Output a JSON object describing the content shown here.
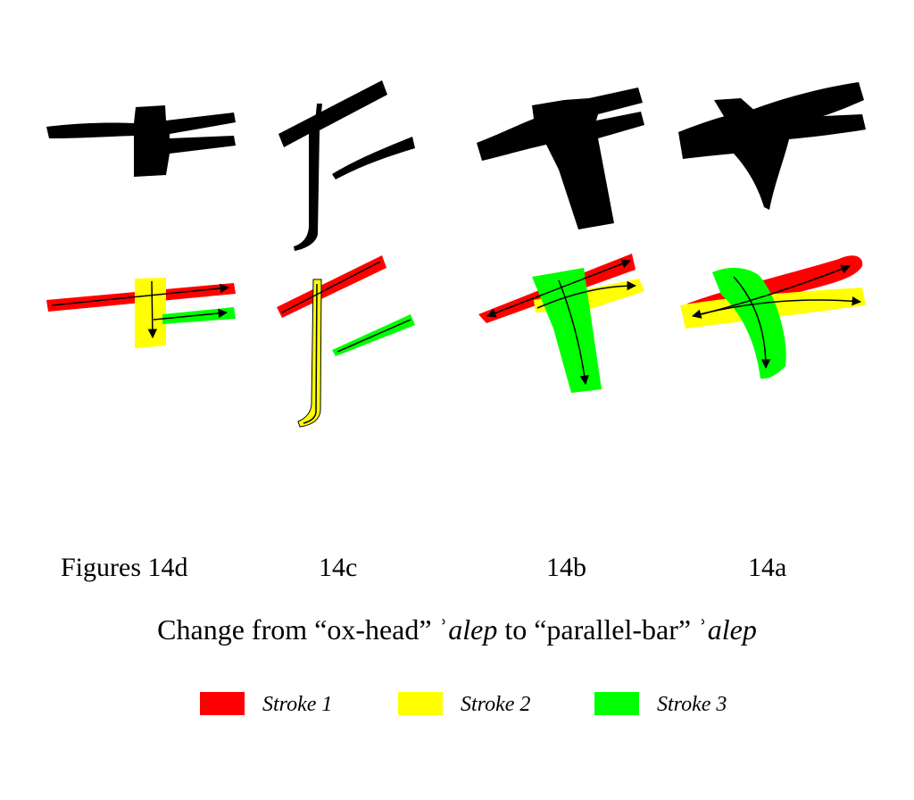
{
  "labels": {
    "fig_d": "Figures 14d",
    "fig_c": "14c",
    "fig_b": "14b",
    "fig_a": "14a"
  },
  "caption": {
    "prefix": "Change from “ox-head” ",
    "alep_1": "ʾ",
    "word_1": "alep",
    "middle": " to “parallel-bar” ",
    "alep_2": "ʾ",
    "word_2": "alep"
  },
  "legend": [
    {
      "label": "Stroke 1",
      "color": "#ff0000"
    },
    {
      "label": "Stroke 2",
      "color": "#ffff00"
    },
    {
      "label": "Stroke 3",
      "color": "#00ff00"
    }
  ],
  "colors": {
    "ink": "#000000",
    "stroke_1": "#ff0000",
    "stroke_2": "#ffff00",
    "stroke_3": "#00ff00"
  }
}
